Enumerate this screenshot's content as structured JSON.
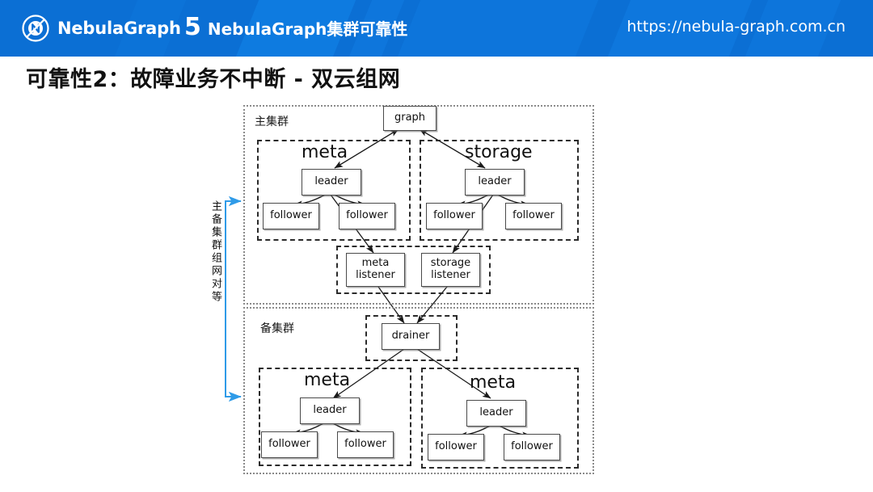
{
  "header": {
    "logo_text": "NebulaGraph",
    "logo_icon": "nebulagraph-circle-n-logo",
    "section_number": "5",
    "section_title": "NebulaGraph集群可靠性",
    "url": "https://nebula-graph.com.cn",
    "bg_color": "#0B6FD4",
    "stripe_color": "#1385EA"
  },
  "slide": {
    "title": "可靠性2：故障业务不中断 - 双云组网"
  },
  "diagram": {
    "annotation_vertical": "主备集群组网对等",
    "annotation_color": "#2F9BE8",
    "primary_cluster": {
      "label": "主集群",
      "top_node": "graph",
      "groups": [
        {
          "title": "meta",
          "leader": "leader",
          "followers": [
            "follower",
            "follower"
          ]
        },
        {
          "title": "storage",
          "leader": "leader",
          "followers": [
            "follower",
            "follower"
          ]
        }
      ],
      "listeners": [
        "meta\nlistener",
        "storage\nlistener"
      ]
    },
    "standby_cluster": {
      "label": "备集群",
      "top_node": "drainer",
      "groups": [
        {
          "title": "meta",
          "leader": "leader",
          "followers": [
            "follower",
            "follower"
          ]
        },
        {
          "title": "meta",
          "leader": "leader",
          "followers": [
            "follower",
            "follower"
          ]
        }
      ]
    }
  }
}
